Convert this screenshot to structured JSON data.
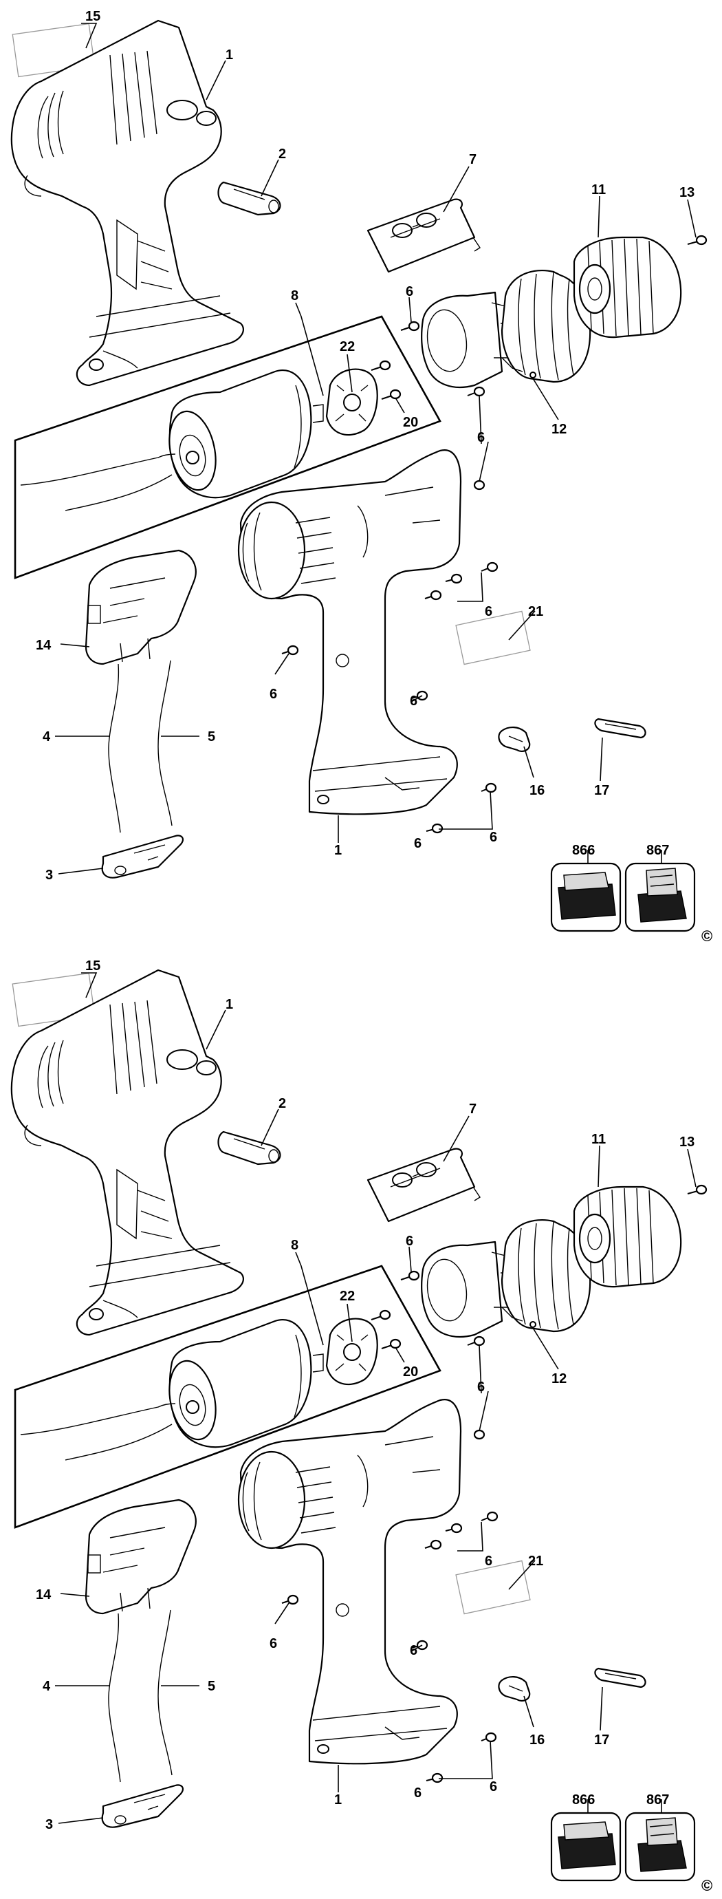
{
  "diagram": {
    "copyright_symbol": "©",
    "panels": [
      {
        "callouts": [
          "15",
          "1",
          "2",
          "7",
          "11",
          "13",
          "6",
          "8",
          "22",
          "20",
          "12",
          "6",
          "6",
          "14",
          "21",
          "6",
          "6",
          "4",
          "5",
          "6",
          "16",
          "17",
          "6",
          "1",
          "3"
        ],
        "batteries": [
          {
            "label": "866"
          },
          {
            "label": "867"
          }
        ]
      },
      {
        "callouts": [
          "15",
          "1",
          "2",
          "7",
          "11",
          "13",
          "6",
          "8",
          "22",
          "20",
          "12",
          "6",
          "6",
          "14",
          "21",
          "6",
          "6",
          "4",
          "5",
          "6",
          "16",
          "17",
          "6",
          "1",
          "3"
        ],
        "batteries": [
          {
            "label": "866"
          },
          {
            "label": "867"
          }
        ]
      }
    ]
  }
}
